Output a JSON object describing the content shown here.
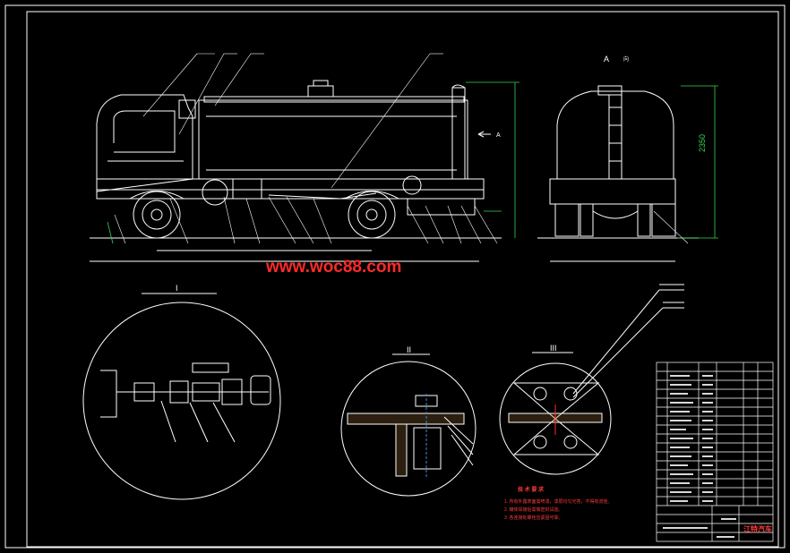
{
  "watermark": "www.woc88.com",
  "view_labels": {
    "view_a": "A",
    "view_a_suffix": "向",
    "arrow_a": "A",
    "detail_i": "I",
    "detail_ii": "II",
    "detail_iii": "III"
  },
  "dimensions": {
    "rear_height": "2350"
  },
  "tech_notes": {
    "title": "技 术 要 求",
    "items": [
      "1. 所有外露表面需喷漆，漆层均匀光亮，不得有流挂。",
      "2. 罐体焊接后需做密封试验。",
      "3. 各连接处螺栓应紧固可靠。"
    ]
  },
  "title_block": {
    "red_stamp": "江特汽车"
  },
  "colors": {
    "background": "#000000",
    "lines": "#ffffff",
    "dimension": "#39d353",
    "leader": "#4a7fd6",
    "accent": "#ff2a2a"
  }
}
